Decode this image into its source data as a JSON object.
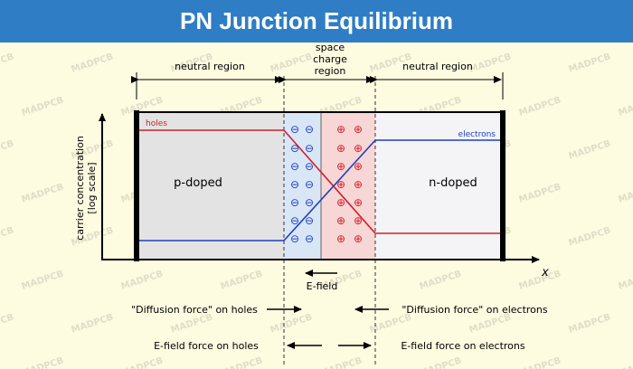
{
  "title": "PN Junction Equilibrium",
  "watermark": "MADPCB",
  "labels": {
    "neutral_left": "neutral region",
    "space_charge": [
      "space",
      "charge",
      "region"
    ],
    "neutral_right": "neutral region",
    "ylabel_line1": "carrier concentration",
    "ylabel_line2": "[log scale]",
    "xaxis": "x",
    "holes": "holes",
    "electrons": "electrons",
    "p_region": "p-doped",
    "n_region": "n-doped",
    "efield": "E-field",
    "diffusion_holes": "\"Diffusion force\" on holes",
    "diffusion_electrons": "\"Diffusion force\" on electrons",
    "efield_holes": "E-field force on holes",
    "efield_electrons": "E-field force on electrons"
  },
  "charges": {
    "negative": "⊖",
    "positive": "⊕"
  },
  "colors": {
    "banner": "#2f7dc4",
    "background": "#fdfbe0",
    "holes": "#d0202a",
    "electrons": "#1f3fbf",
    "depletion_negative": "#d9e6f6",
    "depletion_positive": "#f7d6d6",
    "p_region": "#e3e3e3",
    "n_region": "#f4f4f7"
  }
}
